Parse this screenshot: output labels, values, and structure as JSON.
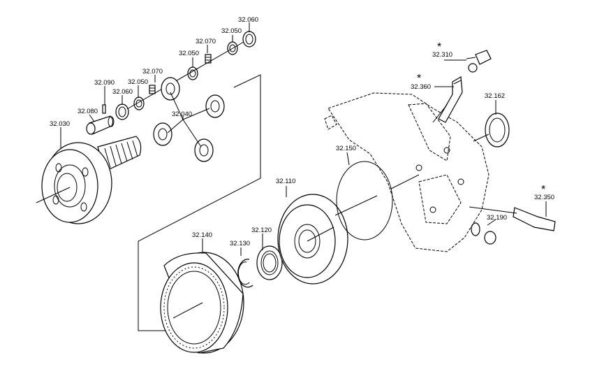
{
  "callouts": {
    "p32060": "32.060",
    "p32050a": "32.050",
    "p32070a": "32.070",
    "p32050b": "32.050",
    "p32070b": "32.070",
    "p32050c": "32.050",
    "p32090": "32.090",
    "p32060b": "32.060",
    "p32080": "32.080",
    "p32030": "32.030",
    "p32040": "32.040",
    "p32110": "32.110",
    "p32120": "32.120",
    "p32130": "32.130",
    "p32140": "32.140",
    "p32150": "32.150",
    "p32310": "32.310",
    "p32360": "32.360",
    "p32162": "32.162",
    "p32350": "32.350",
    "p32190": "32.190"
  },
  "markers": {
    "star_32310": "*",
    "star_32360": "*",
    "star_32350": "*"
  }
}
